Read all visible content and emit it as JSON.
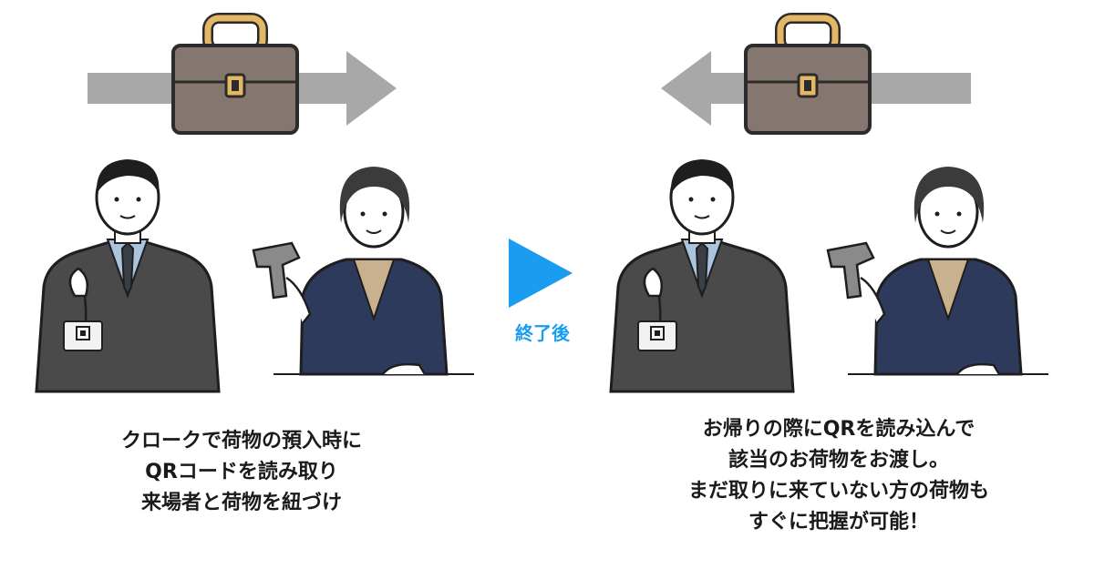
{
  "before": {
    "caption_lines": [
      "クロークで荷物の預入時に",
      "QRコードを読み取り",
      "来場者と荷物を紐づけ"
    ]
  },
  "transition": {
    "label": "終了後",
    "arrow_color": "#1a9cf0"
  },
  "after": {
    "caption_lines": [
      "お帰りの際にQRを読み込んで",
      "該当のお荷物をお渡し。",
      "まだ取りに来ていない方の荷物も",
      "すぐに把握が可能！"
    ]
  },
  "icons": {
    "luggage": "briefcase-icon",
    "transfer_arrow": "gray-arrow-icon",
    "scanner": "barcode-scanner-icon",
    "badge": "qr-badge-icon"
  },
  "colors": {
    "briefcase_body": "#857770",
    "briefcase_handle": "#e3b765",
    "gray_arrow": "#a8a8a8",
    "man_suit": "#4a4a4a",
    "woman_suit": "#2e3a5c",
    "woman_blouse": "#c9b08f",
    "shirt": "#a9c4dc"
  }
}
